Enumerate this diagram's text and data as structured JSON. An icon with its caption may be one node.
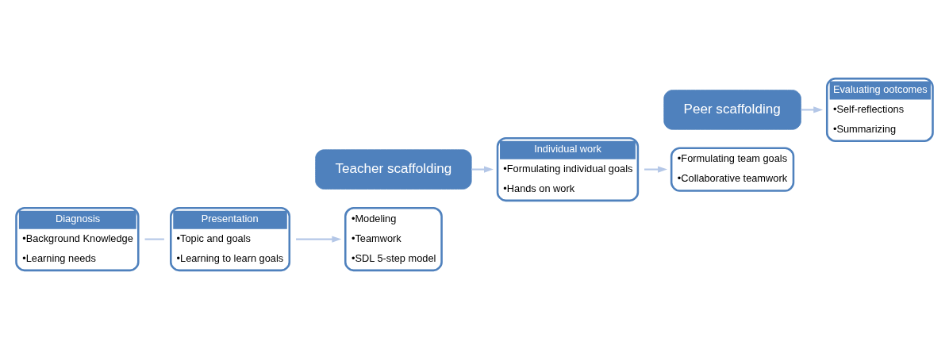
{
  "diagram": {
    "nodes": [
      {
        "text": [
          "Diagnosis",
          "•Background Knowledge",
          "•Learning needs"
        ]
      },
      {
        "text": [
          "Presentation",
          "•Topic and goals",
          "•Learning to learn goals"
        ]
      },
      {
        "text": [
          "•Modeling",
          "•Teamwork",
          "•SDL 5-step model"
        ]
      },
      {
        "text": [
          "Teacher scaffolding"
        ]
      },
      {
        "text": [
          "Individual work",
          "•Formulating individual goals",
          "•Hands on work"
        ]
      },
      {
        "text": [
          "•Formulating team goals",
          "•Collaborative teamwork"
        ]
      },
      {
        "text": [
          "Peer scaffolding"
        ]
      },
      {
        "text": [
          "Evaluating ootcomes",
          "•Self-reflections",
          "•Summarizing"
        ]
      }
    ],
    "edges": [
      {
        "from": 0,
        "to": 1,
        "arrow": "none"
      },
      {
        "from": 1,
        "to": 2,
        "arrow": "to"
      },
      {
        "from": 3,
        "to": 4,
        "arrow": "to"
      },
      {
        "from": 4,
        "to": 5,
        "arrow": "to"
      },
      {
        "from": 6,
        "to": 7,
        "arrow": "to"
      }
    ]
  }
}
